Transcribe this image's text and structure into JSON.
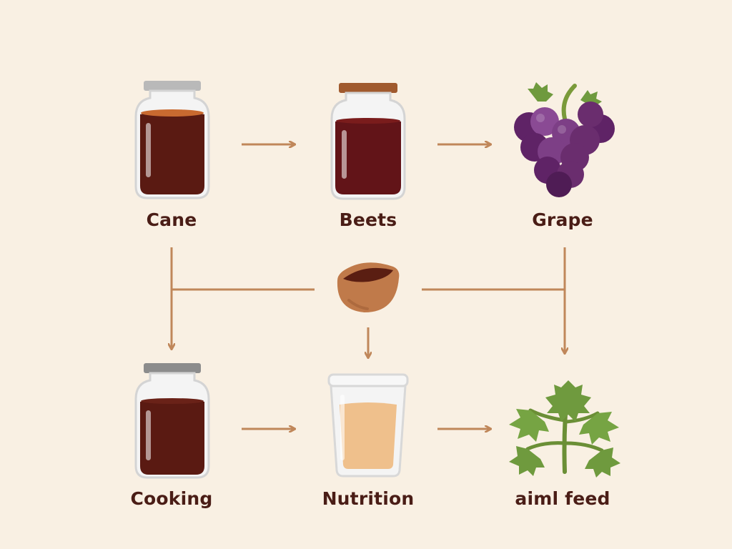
{
  "nodes": {
    "cane": {
      "label": "Cane",
      "icon": "syrup-jar-icon"
    },
    "beets": {
      "label": "Beets",
      "icon": "syrup-jar-icon"
    },
    "grape": {
      "label": "Grape",
      "icon": "grape-bunch-icon"
    },
    "cooking": {
      "label": "Cooking",
      "icon": "syrup-jar-icon"
    },
    "nutrition": {
      "label": "Nutrition",
      "icon": "glass-cup-icon"
    },
    "feed": {
      "label": "aiml feed",
      "icon": "leaf-icon"
    },
    "center": {
      "icon": "wooden-bowl-icon"
    }
  },
  "colors": {
    "background": "#f9f0e3",
    "arrow": "#c0875a",
    "label": "#4a1d16",
    "syrup_dark": "#5a1a12",
    "syrup_red": "#621418",
    "grape": "#6a2d6e",
    "leaf": "#6f9a3e",
    "bowl": "#c07a4a",
    "juice": "#efc08c"
  }
}
